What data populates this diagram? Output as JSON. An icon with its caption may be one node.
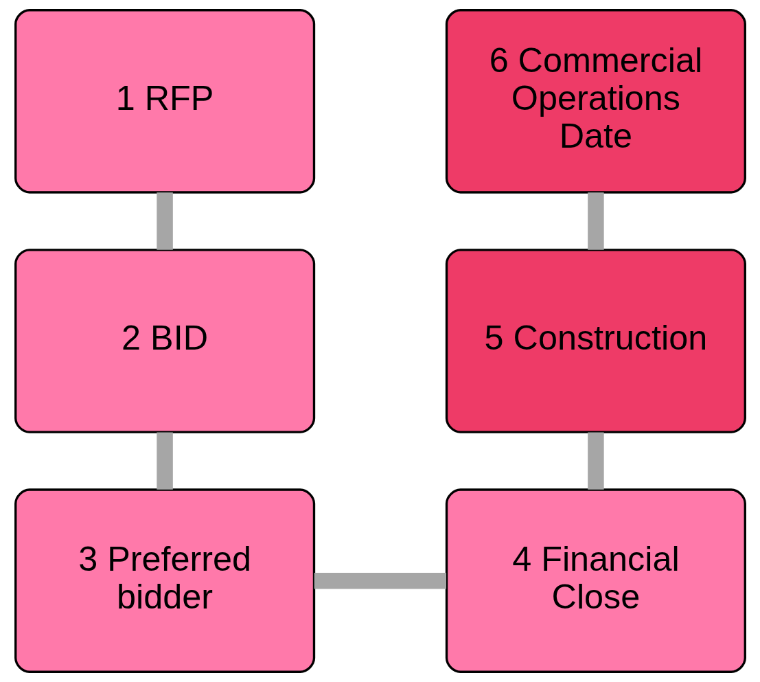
{
  "diagram": {
    "nodes": [
      {
        "text": [
          "1 RFP"
        ]
      },
      {
        "text": [
          "2 BID"
        ]
      },
      {
        "text": [
          "3 Preferred bidder"
        ]
      },
      {
        "text": [
          "4 Financial Close"
        ]
      },
      {
        "text": [
          "5 Construction"
        ]
      },
      {
        "text": [
          "6 Commercial Operations Date"
        ]
      }
    ],
    "edges": [
      {
        "from": 0,
        "to": 1,
        "arrow": "none"
      },
      {
        "from": 1,
        "to": 2,
        "arrow": "none"
      },
      {
        "from": 2,
        "to": 3,
        "arrow": "none"
      },
      {
        "from": 3,
        "to": 4,
        "arrow": "none"
      },
      {
        "from": 4,
        "to": 5,
        "arrow": "none"
      }
    ]
  }
}
